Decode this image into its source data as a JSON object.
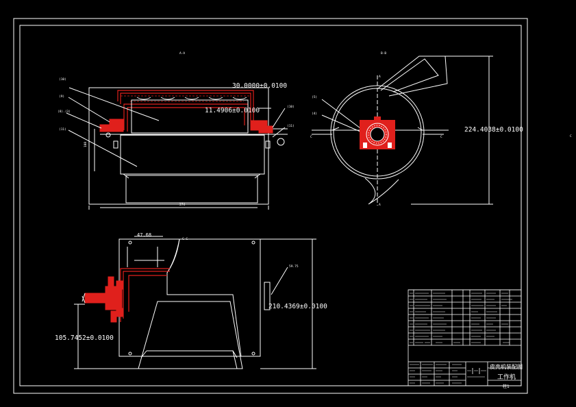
{
  "dimensions": {
    "top_len": "30.0000±0.0100",
    "inner_len": "11.4906±0.0100",
    "height_right": "224.4038±0.0100",
    "bottom_right": "210.4369±0.0100",
    "bottom_left": "105.7452±0.0100",
    "width_274": "274",
    "h_108": "108",
    "w_47": "47.68",
    "r_59": "59.75"
  },
  "view_labels": {
    "a": "A-A",
    "b": "B-B",
    "c": "C-C"
  },
  "section_marks": {
    "a": "A",
    "c": "C"
  },
  "edge_mark": "C",
  "title_block": {
    "drawing_title": "皮壳机装配图",
    "unit_label": "工作机",
    "sheet_label": "柱1"
  }
}
